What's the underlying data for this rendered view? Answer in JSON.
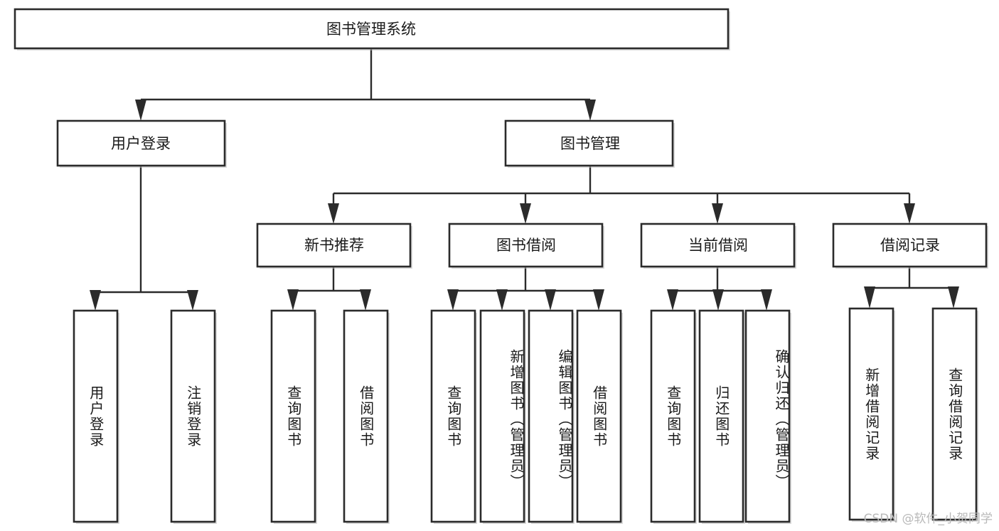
{
  "diagram": {
    "title": "图书管理系统",
    "type": "tree",
    "orientation": "top-down",
    "watermark": "CSDN @软件_小贺同学",
    "colors": {
      "box_stroke": "#2b2b2b",
      "box_fill": "#ffffff",
      "connector": "#2b2b2b",
      "text": "#1a1a1a",
      "background": "#ffffff",
      "watermark": "#b9b9b9"
    },
    "root": {
      "label": "图书管理系统"
    },
    "level2": [
      {
        "label": "用户登录"
      },
      {
        "label": "图书管理"
      }
    ],
    "level3": [
      {
        "label": "新书推荐"
      },
      {
        "label": "图书借阅"
      },
      {
        "label": "当前借阅"
      },
      {
        "label": "借阅记录"
      }
    ],
    "leaves": {
      "user_login": [
        {
          "label": "用户登录"
        },
        {
          "label": "注销登录"
        }
      ],
      "new_book_recommend": [
        {
          "label": "查询图书"
        },
        {
          "label": "借阅图书"
        }
      ],
      "book_borrow": [
        {
          "label": "查询图书"
        },
        {
          "label": "新增图书（管理员）"
        },
        {
          "label": "编辑图书（管理员）"
        },
        {
          "label": "借阅图书"
        }
      ],
      "current_borrow": [
        {
          "label": "查询图书"
        },
        {
          "label": "归还图书"
        },
        {
          "label": "确认归还（管理员）"
        }
      ],
      "borrow_record": [
        {
          "label": "新增借阅记录"
        },
        {
          "label": "查询借阅记录"
        }
      ]
    }
  }
}
